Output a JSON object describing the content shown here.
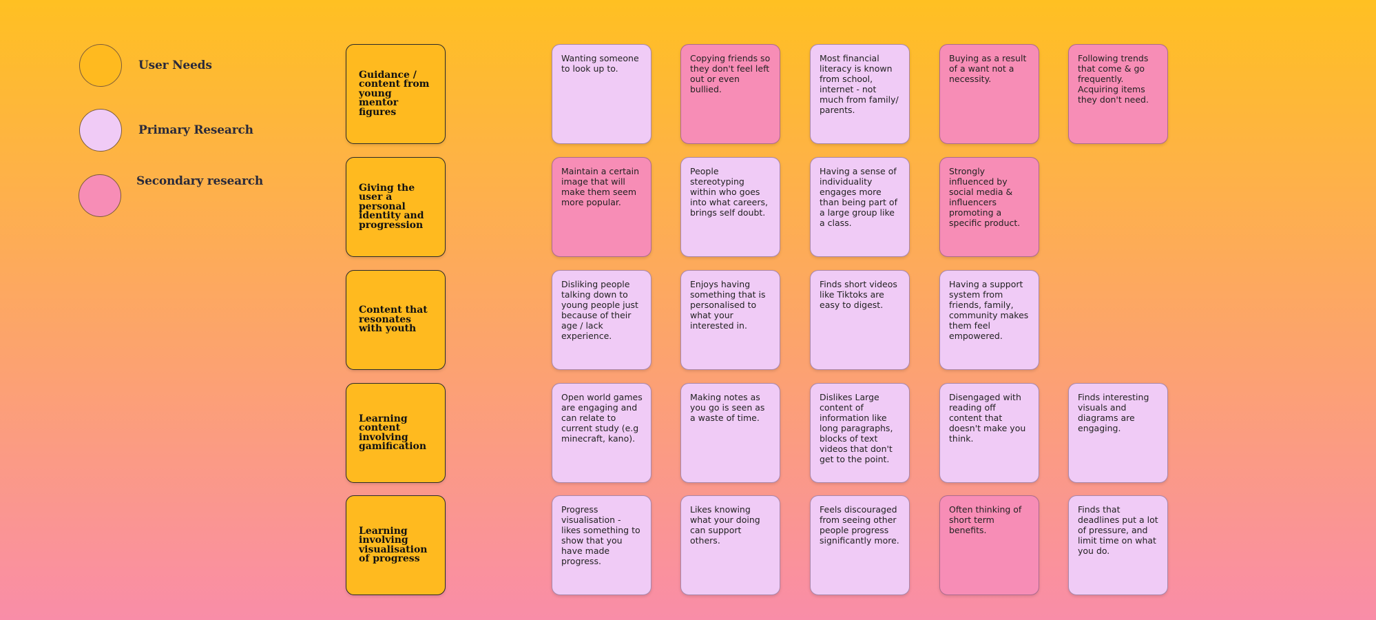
{
  "legend": [
    {
      "label": "User Needs",
      "color": "#ffba1f"
    },
    {
      "label": "Primary Research",
      "color": "#f0cbf6"
    },
    {
      "label": "Secondary research",
      "color": "#f78db6"
    }
  ],
  "rows": [
    {
      "need": "Guidance / content from young mentor figures",
      "cards": [
        {
          "text": "Wanting someone to look up to.",
          "type": "primary"
        },
        {
          "text": "Copying friends so they don't feel left out or even bullied.",
          "type": "secondary"
        },
        {
          "text": "Most financial literacy is known from school, internet - not much from family/ parents.",
          "type": "primary"
        },
        {
          "text": "Buying as a result of a want not a necessity.",
          "type": "secondary"
        },
        {
          "text": "Following trends that come & go frequently. Acquiring items they don't need.",
          "type": "secondary"
        }
      ]
    },
    {
      "need": "Giving the user a personal identity and progression",
      "cards": [
        {
          "text": "Maintain a certain image that will make them seem more popular.",
          "type": "secondary"
        },
        {
          "text": "People stereotyping within who goes into what careers, brings self doubt.",
          "type": "primary"
        },
        {
          "text": "Having a sense of individuality engages more than being part of a large group like a class.",
          "type": "primary"
        },
        {
          "text": "Strongly influenced by social media & influencers promoting a specific product.",
          "type": "secondary"
        }
      ]
    },
    {
      "need": "Content that resonates with youth",
      "cards": [
        {
          "text": "Disliking people talking down to young people just because of their age / lack experience.",
          "type": "primary"
        },
        {
          "text": "Enjoys having something that is personalised to what your interested in.",
          "type": "primary"
        },
        {
          "text": "Finds short videos like Tiktoks are easy to digest.",
          "type": "primary"
        },
        {
          "text": "Having a support system from friends, family, community makes them feel empowered.",
          "type": "primary"
        }
      ]
    },
    {
      "need": "Learning content involving gamification",
      "cards": [
        {
          "text": "Open world games are engaging and can relate to current study (e.g minecraft, kano).",
          "type": "primary"
        },
        {
          "text": "Making notes as you go is seen as a waste of time.",
          "type": "primary"
        },
        {
          "text": "Dislikes Large content of information like long paragraphs, blocks of text videos that don't get to the point.",
          "type": "primary"
        },
        {
          "text": "Disengaged with reading off content that doesn't make you think.",
          "type": "primary"
        },
        {
          "text": "Finds interesting visuals and diagrams are engaging.",
          "type": "primary"
        }
      ]
    },
    {
      "need": "Learning involving visualisation of progress",
      "cards": [
        {
          "text": "Progress visualisation - likes something to show that you have made progress.",
          "type": "primary"
        },
        {
          "text": "Likes knowing what your doing can support others.",
          "type": "primary"
        },
        {
          "text": "Feels discouraged from seeing other people progress significantly more.",
          "type": "primary"
        },
        {
          "text": "Often thinking of short term benefits.",
          "type": "secondary"
        },
        {
          "text": "Finds that deadlines put a lot of pressure, and limit time on what you do.",
          "type": "primary"
        }
      ]
    }
  ]
}
